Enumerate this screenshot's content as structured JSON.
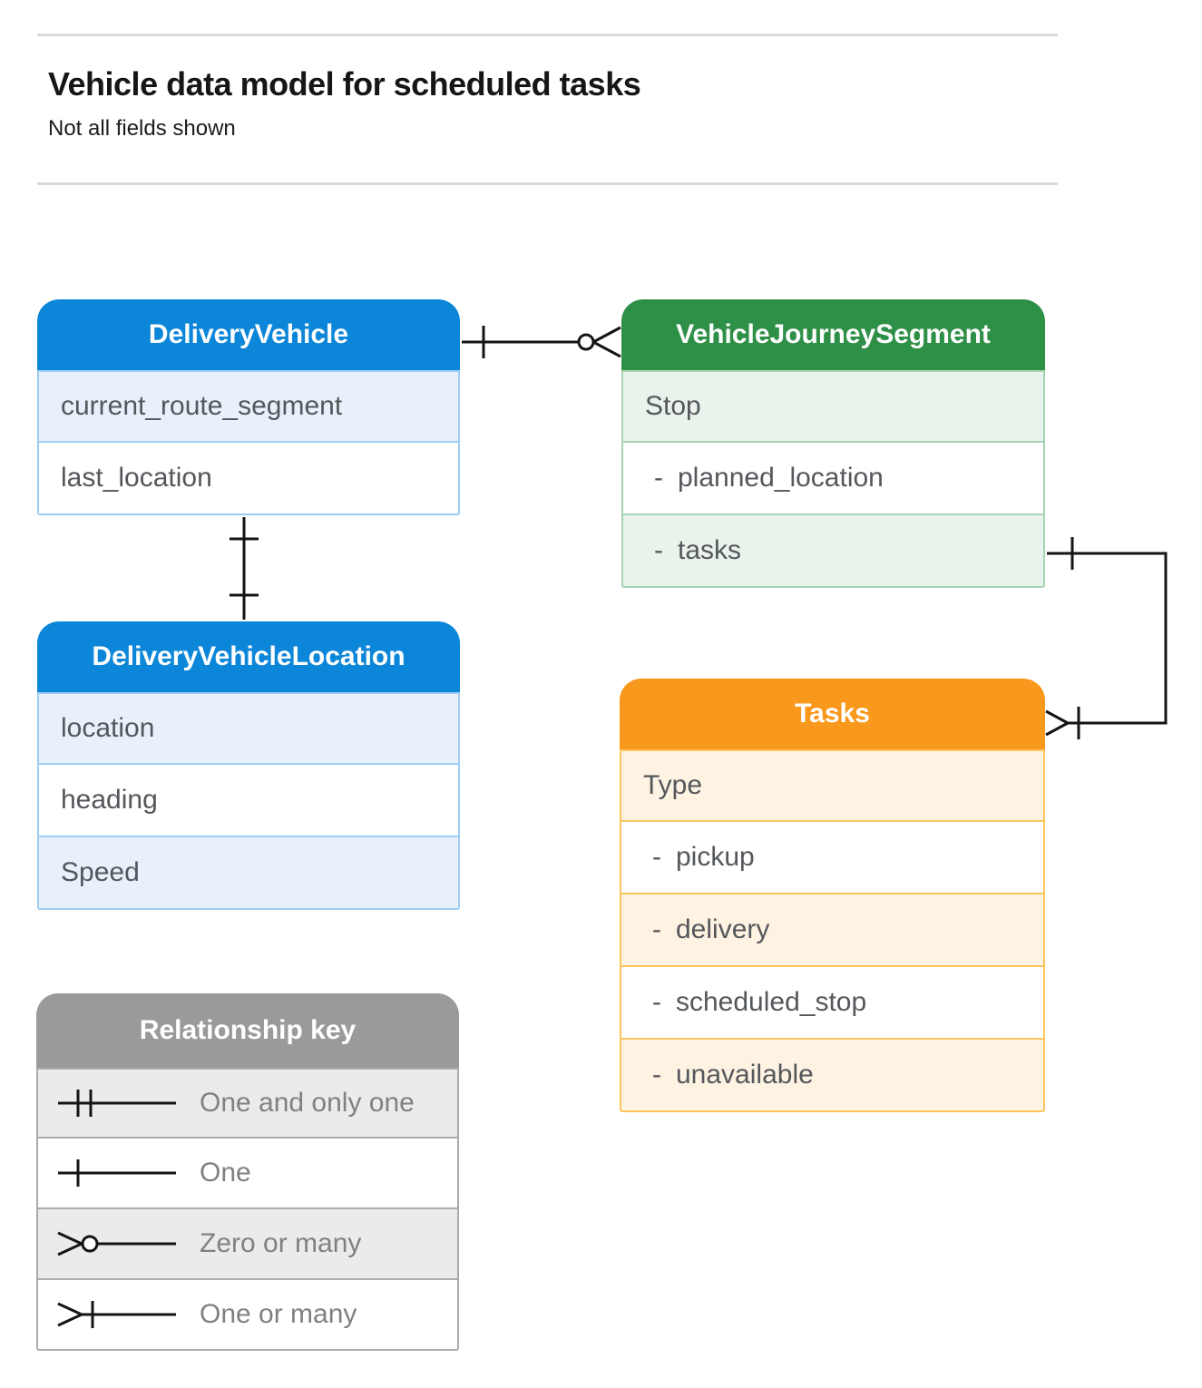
{
  "page": {
    "title": "Vehicle data model for scheduled tasks",
    "subtitle": "Not all fields shown"
  },
  "entities": [
    {
      "title": "DeliveryVehicle",
      "theme": "blue",
      "fields": [
        {
          "label": "current_route_segment"
        },
        {
          "label": "last_location"
        }
      ]
    },
    {
      "title": "VehicleJourneySegment",
      "theme": "green",
      "fields": [
        {
          "label": "Stop"
        },
        {
          "prefix": "-",
          "label": "planned_location"
        },
        {
          "prefix": "-",
          "label": "tasks"
        }
      ]
    },
    {
      "title": "DeliveryVehicleLocation",
      "theme": "blue",
      "fields": [
        {
          "label": "location"
        },
        {
          "label": "heading"
        },
        {
          "label": "Speed"
        }
      ]
    },
    {
      "title": "Tasks",
      "theme": "orange",
      "fields": [
        {
          "label": "Type"
        },
        {
          "prefix": "-",
          "label": "pickup"
        },
        {
          "prefix": "-",
          "label": "delivery"
        },
        {
          "prefix": "-",
          "label": "scheduled_stop"
        },
        {
          "prefix": "-",
          "label": "unavailable"
        }
      ]
    }
  ],
  "legend": {
    "title": "Relationship key",
    "items": [
      {
        "symbol": "one-and-only-one",
        "label": "One and only one"
      },
      {
        "symbol": "one",
        "label": "One"
      },
      {
        "symbol": "zero-or-many",
        "label": "Zero or many"
      },
      {
        "symbol": "one-or-many",
        "label": "One or many"
      }
    ]
  },
  "relationships": [
    {
      "from": "DeliveryVehicle",
      "from_cardinality": "one",
      "to": "VehicleJourneySegment",
      "to_cardinality": "zero-or-many"
    },
    {
      "from": "DeliveryVehicle",
      "from_cardinality": "one",
      "to": "DeliveryVehicleLocation",
      "to_cardinality": "one"
    },
    {
      "from": "VehicleJourneySegment.tasks",
      "from_cardinality": "one",
      "to": "Tasks",
      "to_cardinality": "one-or-many"
    }
  ],
  "colors": {
    "blue": "#0B86D8",
    "blue-border": "#9ECDF4",
    "blue-tint": "#E8F1FB",
    "green": "#2E8F47",
    "green-border": "#A5D4B2",
    "green-tint": "#E9F3EC",
    "orange": "#F8981D",
    "orange-border": "#FCC55C",
    "orange-tint": "#FEF3E2",
    "gray": "#9A9A9A",
    "gray-border": "#ABABAB",
    "gray-tint": "#EBEBEB",
    "text": "#54575B",
    "legendtext": "#7E8184",
    "line": "#141414",
    "rule": "#D9D9D9"
  }
}
